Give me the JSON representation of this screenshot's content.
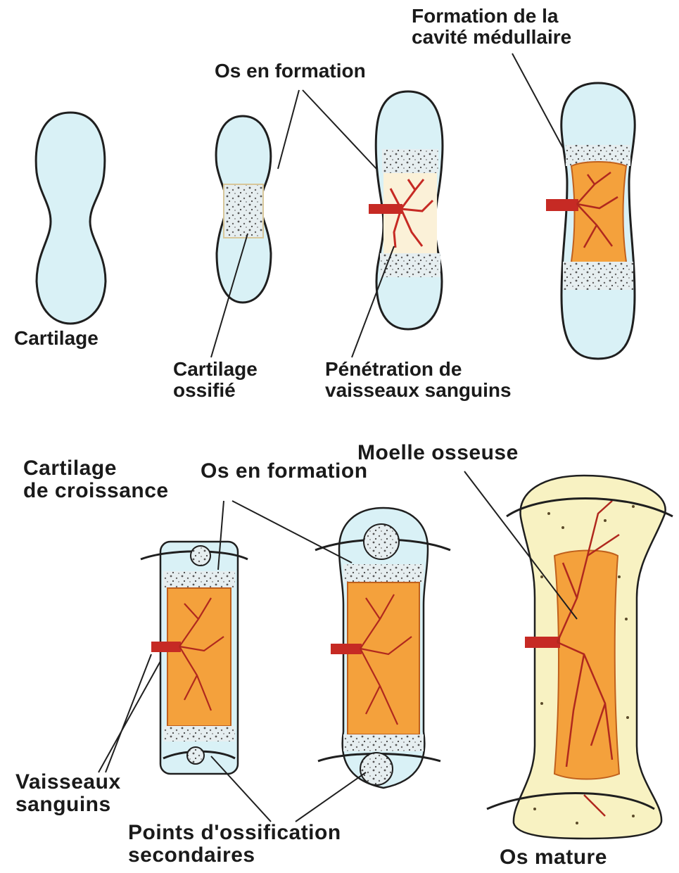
{
  "labels": {
    "cartilage": "Cartilage",
    "os_en_formation_top": "Os en formation",
    "formation_cavite": [
      "Formation de la",
      "cavité médullaire"
    ],
    "cartilage_ossifie": [
      "Cartilage",
      "ossifié"
    ],
    "penetration": [
      "Pénétration de",
      "vaisseaux sanguins"
    ],
    "moelle_osseuse": "Moelle osseuse",
    "cartilage_croissance": [
      "Cartilage",
      "de croissance"
    ],
    "os_en_formation_bottom": "Os en formation",
    "vaisseaux_sanguins": [
      "Vaisseaux",
      "sanguins"
    ],
    "points_ossification": [
      "Points d'ossification",
      "secondaires"
    ],
    "os_mature": "Os mature"
  },
  "colors": {
    "cartilage_fill": "#d9f1f6",
    "bone_marrow": "#f4a13c",
    "mature_bone": "#f8f2c2",
    "blood_vessel": "#c62a24",
    "outline": "#1f1f1f"
  }
}
